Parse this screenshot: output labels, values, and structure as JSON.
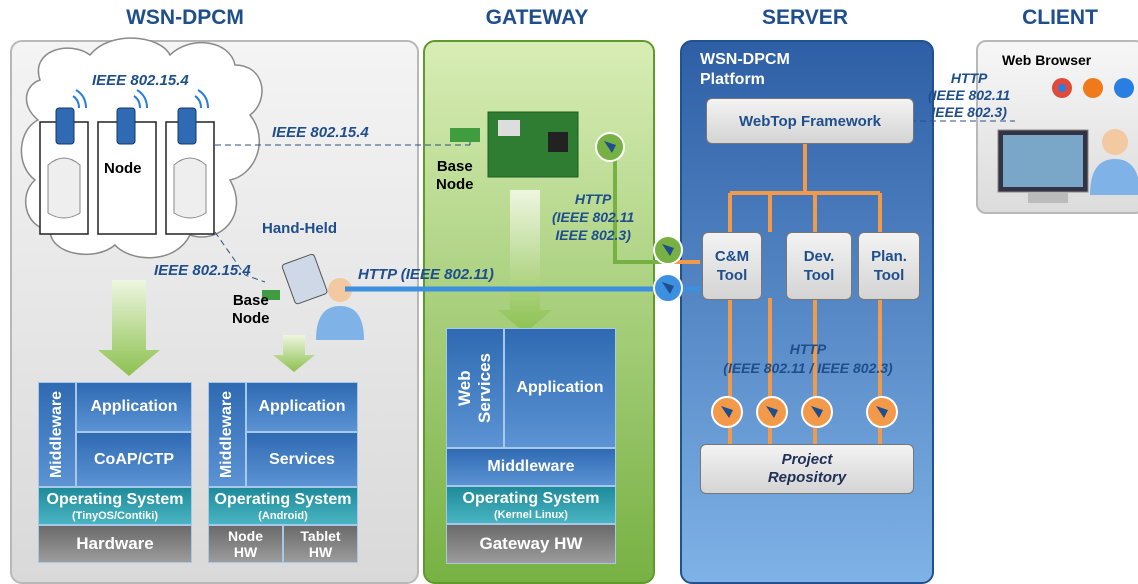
{
  "headers": {
    "wsn": "WSN-DPCM",
    "gateway": "GATEWAY",
    "server": "SERVER",
    "client": "CLIENT"
  },
  "wsn": {
    "cloud_label": "IEEE 802.15.4",
    "node_label": "Node",
    "link_label_top": "IEEE 802.15.4",
    "link_label_left": "IEEE 802.15.4",
    "handheld_label": "Hand-Held",
    "base_node_label": "Base\nNode",
    "http_wifi": "HTTP (IEEE 802.11)",
    "stack1": {
      "middleware": "Middleware",
      "application": "Application",
      "protocol": "CoAP/CTP",
      "os": "Operating System",
      "os_sub": "(TinyOS/Contiki)",
      "hardware": "Hardware"
    },
    "stack2": {
      "middleware": "Middleware",
      "application": "Application",
      "services": "Services",
      "os": "Operating System",
      "os_sub": "(Android)",
      "node_hw": "Node\nHW",
      "tablet_hw": "Tablet\nHW"
    }
  },
  "gateway": {
    "base_node_label": "Base\nNode",
    "http_label": "HTTP\n(IEEE 802.11\nIEEE 802.3)",
    "web_services": "Web\nServices",
    "application": "Application",
    "middleware": "Middleware",
    "os": "Operating System",
    "os_sub": "(Kernel Linux)",
    "hardware": "Gateway HW"
  },
  "server": {
    "platform_title": "WSN-DPCM\nPlatform",
    "webtop": "WebTop Framework",
    "tools": [
      "C&M\nTool",
      "Dev.\nTool",
      "Plan.\nTool"
    ],
    "http_label": "HTTP\n(IEEE 802.11 / IEEE 802.3)",
    "repository": "Project\nRepository"
  },
  "client": {
    "browser_label": "Web Browser",
    "http_label": "HTTP\n(IEEE 802.11\nIEEE 802.3)"
  },
  "colors": {
    "gateway": "#77b143",
    "server": "#2e5fa6",
    "connector": "#f39a4a",
    "wifi": "#3d8fe0"
  }
}
